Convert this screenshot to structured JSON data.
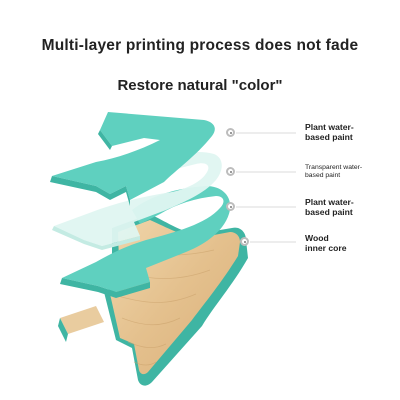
{
  "title": "Multi-layer printing process does not fade",
  "subtitle": "Restore natural \"color\"",
  "layers": [
    {
      "line1": "Plant water-",
      "line2": "based paint"
    },
    {
      "line1": "Transparent water-",
      "line2": "based paint"
    },
    {
      "line1": "Plant water-",
      "line2": "based paint"
    },
    {
      "line1": "Wood",
      "line2": "inner core"
    }
  ],
  "colors": {
    "teal": "#5fd0bf",
    "teal_dark": "#3fb5a3",
    "clear_layer": "#dff5f1",
    "wood": "#e8c89a",
    "wood_grain": "#c9a06a"
  }
}
